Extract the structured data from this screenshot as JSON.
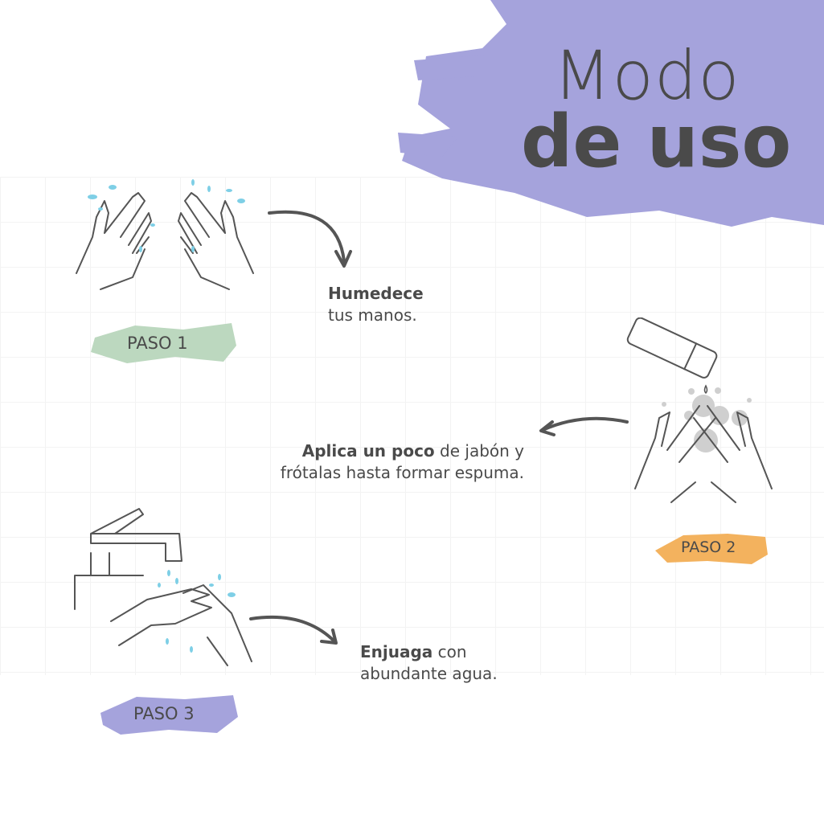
{
  "title": {
    "line1": "Modo",
    "line2": "de uso"
  },
  "steps": [
    {
      "badge": "PASO 1",
      "bold": "Humedece",
      "text": "tus manos.",
      "color": "#bcd8bf"
    },
    {
      "badge": "PASO 2",
      "bold": "Aplica un poco",
      "text": " de jabón y",
      "text2": "frótalas hasta formar espuma.",
      "color": "#f3b25e"
    },
    {
      "badge": "PASO 3",
      "bold": "Enjuaga",
      "text": " con",
      "text2": "abundante agua.",
      "color": "#a5a3dc"
    }
  ],
  "colors": {
    "brand_purple": "#a5a3dc",
    "text": "#4a4a4a",
    "water": "#7ecfe6"
  }
}
